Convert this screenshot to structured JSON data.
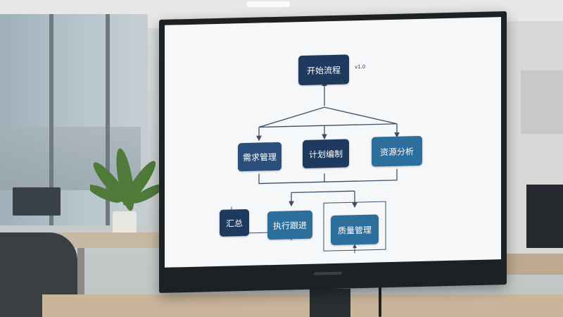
{
  "flowchart": {
    "top": {
      "label": "开始流程",
      "tag": "v1.0"
    },
    "level2": [
      {
        "label": "需求管理"
      },
      {
        "label": "计划编制"
      },
      {
        "label": "资源分析"
      }
    ],
    "level3": [
      {
        "label": "汇总"
      },
      {
        "label": "执行跟进"
      },
      {
        "label": "质量管理"
      }
    ]
  },
  "colors": {
    "node_dark": "#1f3a5f",
    "node_mid": "#2a4f7c",
    "node_light": "#2d6f9c",
    "connector": "#3c4f66",
    "screen_bg": "#f6f7f8"
  }
}
